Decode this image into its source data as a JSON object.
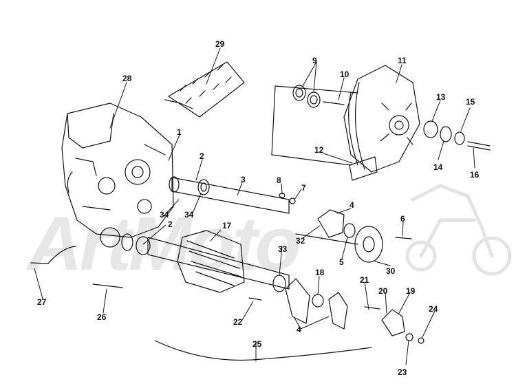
{
  "diagram": {
    "type": "exploded-parts-diagram",
    "callouts": [
      {
        "id": "c1",
        "label": "1"
      },
      {
        "id": "c2a",
        "label": "2"
      },
      {
        "id": "c2b",
        "label": "2"
      },
      {
        "id": "c3",
        "label": "3"
      },
      {
        "id": "c4a",
        "label": "4"
      },
      {
        "id": "c4b",
        "label": "4"
      },
      {
        "id": "c5",
        "label": "5"
      },
      {
        "id": "c6",
        "label": "6"
      },
      {
        "id": "c7",
        "label": "7"
      },
      {
        "id": "c8",
        "label": "8"
      },
      {
        "id": "c9",
        "label": "9"
      },
      {
        "id": "c10",
        "label": "10"
      },
      {
        "id": "c11",
        "label": "11"
      },
      {
        "id": "c12",
        "label": "12"
      },
      {
        "id": "c13",
        "label": "13"
      },
      {
        "id": "c14",
        "label": "14"
      },
      {
        "id": "c15",
        "label": "15"
      },
      {
        "id": "c16",
        "label": "16"
      },
      {
        "id": "c17",
        "label": "17"
      },
      {
        "id": "c18",
        "label": "18"
      },
      {
        "id": "c19",
        "label": "19"
      },
      {
        "id": "c20",
        "label": "20"
      },
      {
        "id": "c21",
        "label": "21"
      },
      {
        "id": "c22",
        "label": "22"
      },
      {
        "id": "c23",
        "label": "23"
      },
      {
        "id": "c24",
        "label": "24"
      },
      {
        "id": "c25",
        "label": "25"
      },
      {
        "id": "c26",
        "label": "26"
      },
      {
        "id": "c27",
        "label": "27"
      },
      {
        "id": "c28",
        "label": "28"
      },
      {
        "id": "c29",
        "label": "29"
      },
      {
        "id": "c30",
        "label": "30"
      },
      {
        "id": "c32",
        "label": "32"
      },
      {
        "id": "c33",
        "label": "33"
      },
      {
        "id": "c34a",
        "label": "34"
      },
      {
        "id": "c34b",
        "label": "34"
      }
    ]
  },
  "watermark": {
    "text": "ArtMoto"
  },
  "colors": {
    "ink": "#111111",
    "watermark": "#e6e6e6",
    "background": "#ffffff"
  }
}
